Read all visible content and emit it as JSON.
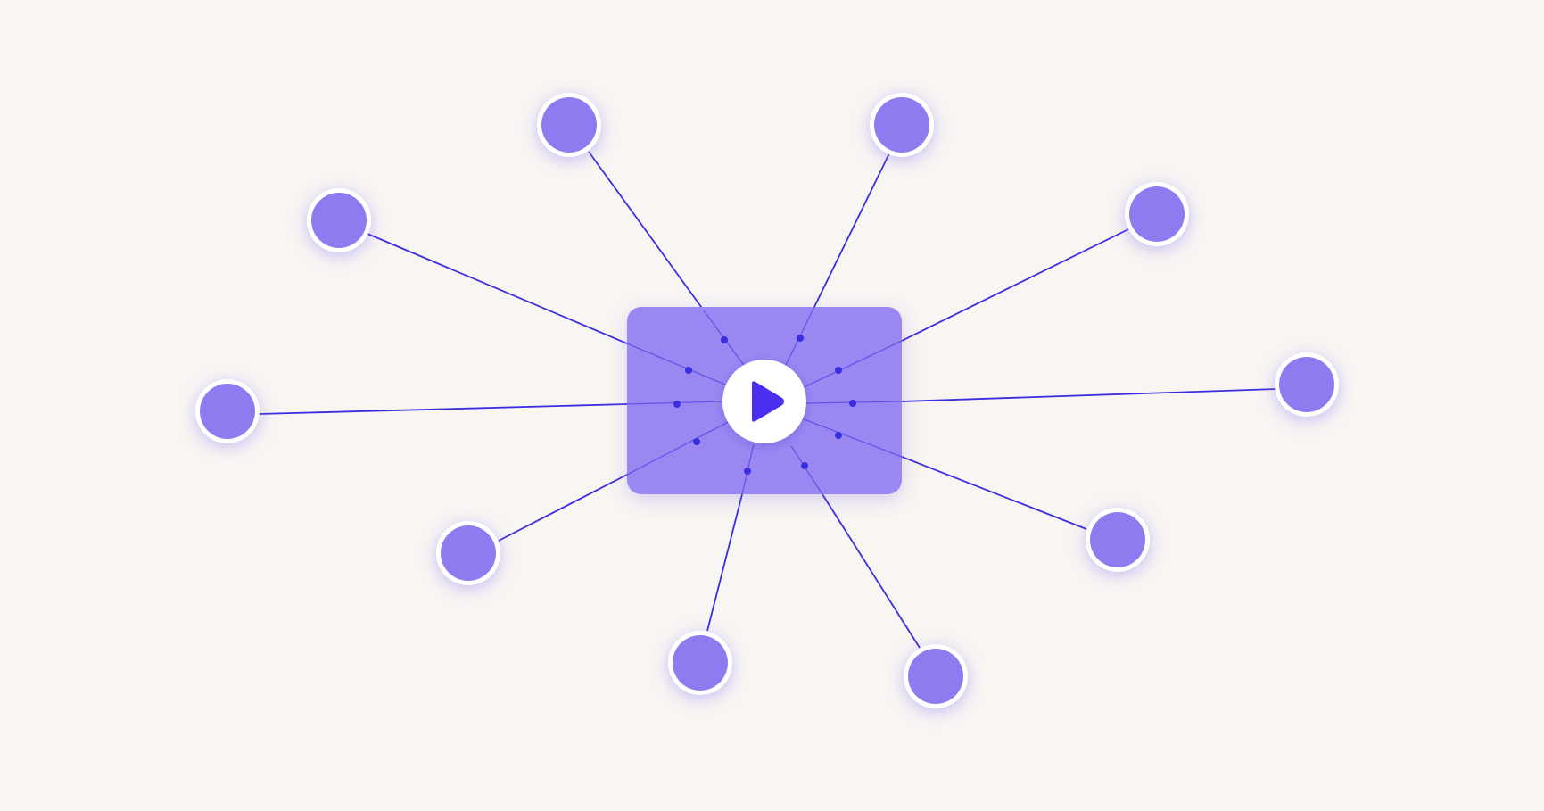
{
  "diagram": {
    "type": "hub-and-spoke",
    "hub": {
      "shape": "rounded-rectangle",
      "icon": "play-icon",
      "fill_color": "#9a87f2",
      "icon_badge_color": "#ffffff",
      "icon_color": "#4a2ff0"
    },
    "spoke_color": "#3b2ee0",
    "node_fill_color": "#8f7af0",
    "node_ring_color": "#ffffff",
    "background_color": "#f8f5f3",
    "spokes": [
      {
        "name": "spoke-top-left-upper"
      },
      {
        "name": "spoke-top-right-upper"
      },
      {
        "name": "spoke-left-upper"
      },
      {
        "name": "spoke-right-upper"
      },
      {
        "name": "spoke-left"
      },
      {
        "name": "spoke-right"
      },
      {
        "name": "spoke-left-lower"
      },
      {
        "name": "spoke-right-lower"
      },
      {
        "name": "spoke-bottom-left"
      },
      {
        "name": "spoke-bottom-right"
      }
    ]
  }
}
